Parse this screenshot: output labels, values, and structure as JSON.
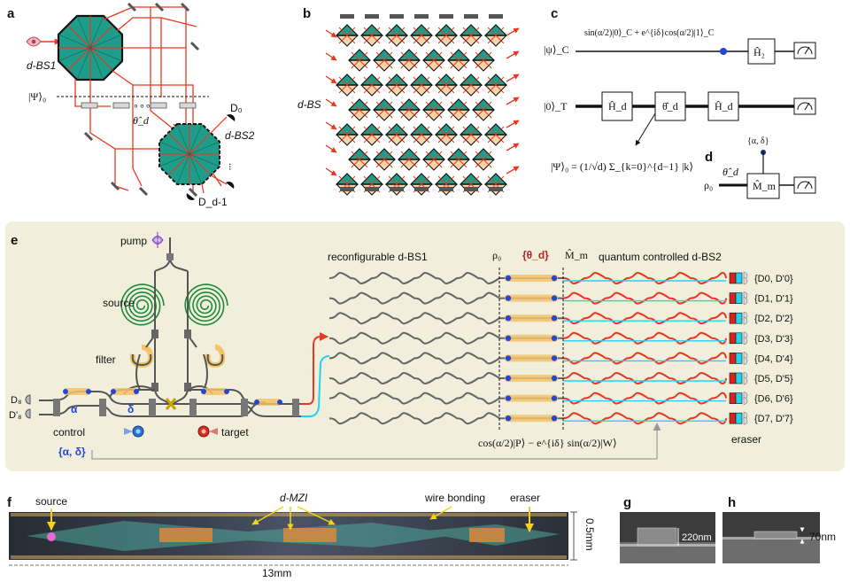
{
  "panels": {
    "a": {
      "label": "a",
      "dbs1": "d-BS1",
      "dbs2": "d-BS2",
      "psi0": "|Ψ⟩₀",
      "theta": "θ̂_d",
      "dots": "∘∘∘",
      "d0": "D₀",
      "dd1": "D_d-1",
      "vdots": "⁝"
    },
    "b": {
      "label": "b",
      "dbs": "d-BS"
    },
    "c": {
      "label": "c",
      "state_top": "sin(α/2)|0⟩_C + e^{iδ}cos(α/2)|1⟩_C",
      "psi_c": "|ψ⟩_C",
      "zero_t": "|0⟩_T",
      "gate_h2": "Ĥ₂",
      "gate_hd1": "Ĥ_d",
      "gate_theta": "θ̂_d",
      "gate_hd2": "Ĥ_d",
      "psi0_eq": "|Ψ⟩₀ = (1/√d) Σ_{k=0}^{d−1} |k⟩"
    },
    "d": {
      "label": "d",
      "params": "{α, δ}",
      "theta": "θ̂_d",
      "rho0": "ρ₀",
      "gate": "M̂_m"
    },
    "e": {
      "label": "e",
      "pump": "pump",
      "source": "source",
      "filter": "filter",
      "d8": "D₈",
      "dp8": "D'₈",
      "alpha": "α",
      "delta": "δ",
      "control": "control",
      "target": "target",
      "params": "{α, δ}",
      "title_bs1": "reconfigurable d-BS1",
      "rho0": "ρ₀",
      "theta_set": "{θ_d}",
      "mm": "M̂_m",
      "title_bs2": "quantum controlled d-BS2",
      "eraser": "eraser",
      "formula": "cos(α/2)|P⟩ − e^{iδ} sin(α/2)|W⟩",
      "detectors": [
        "{D0, D'0}",
        "{D1, D'1}",
        "{D2, D'2}",
        "{D3, D'3}",
        "{D4, D'4}",
        "{D5, D'5}",
        "{D6, D'6}",
        "{D7, D'7}"
      ]
    },
    "f": {
      "label": "f",
      "source": "source",
      "mzi": "d-MZI",
      "wire": "wire bonding",
      "eraser": "eraser",
      "width": "0.5mm",
      "length": "13mm"
    },
    "g": {
      "label": "g",
      "dim": "220nm"
    },
    "h": {
      "label": "h",
      "dim": "70nm"
    }
  },
  "colors": {
    "teal": "#1e9e8a",
    "peach": "#f6d3a8",
    "red": "#e8381f",
    "blue": "#2446d8",
    "cyan": "#22d3f0",
    "panel_bg": "#f1efdc",
    "gold": "#f2c36b",
    "green_wg": "#1b8a3a"
  }
}
